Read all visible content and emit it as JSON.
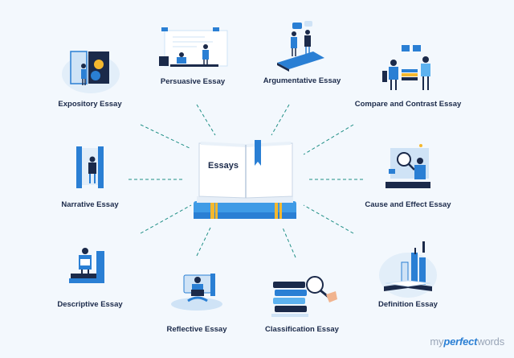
{
  "center": {
    "title": "Essays"
  },
  "nodes": [
    {
      "key": "expository",
      "label": "Expository Essay",
      "icon": "open-book-figure-icon"
    },
    {
      "key": "persuasive",
      "label": "Persuasive Essay",
      "icon": "presentation-figures-icon"
    },
    {
      "key": "argumentative",
      "label": "Argumentative Essay",
      "icon": "debating-figures-icon"
    },
    {
      "key": "compare",
      "label": "Compare and Contrast Essay",
      "icon": "comparing-figures-icon"
    },
    {
      "key": "narrative",
      "label": "Narrative Essay",
      "icon": "doorway-figure-icon"
    },
    {
      "key": "cause",
      "label": "Cause and Effect Essay",
      "icon": "magnifier-figure-icon"
    },
    {
      "key": "descriptive",
      "label": "Descriptive Essay",
      "icon": "bookstack-figure-icon"
    },
    {
      "key": "reflective",
      "label": "Reflective Essay",
      "icon": "laptop-figure-icon"
    },
    {
      "key": "classification",
      "label": "Classification Essay",
      "icon": "sorted-books-icon"
    },
    {
      "key": "definition",
      "label": "Definition Essay",
      "icon": "chart-book-icon"
    }
  ],
  "brand": {
    "part1": "my",
    "part2": "perfect",
    "part3": "words"
  },
  "colors": {
    "primary": "#2a7fd4",
    "dark": "#1b2a4a",
    "light": "#cfe3f6",
    "accent": "#f5b82e",
    "skin": "#f1b48f",
    "dash": "#1f8f86"
  }
}
